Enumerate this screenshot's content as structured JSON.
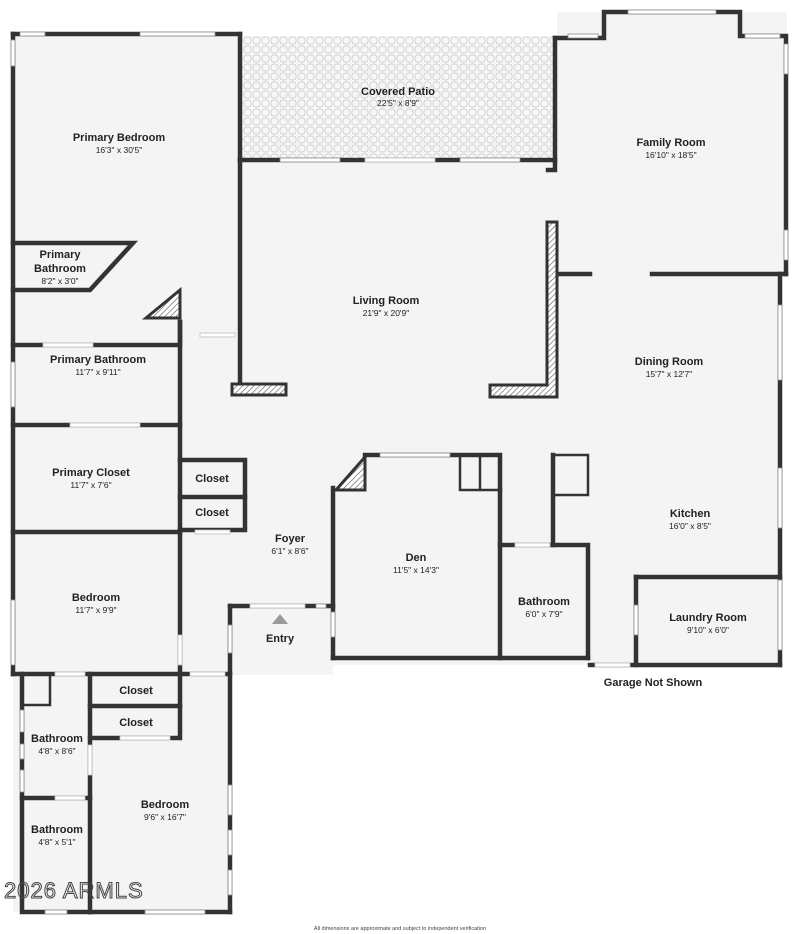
{
  "plan": {
    "rooms": [
      {
        "name": "Covered Patio",
        "dims": "22'5\" x 8'9\""
      },
      {
        "name": "Primary Bedroom",
        "dims": "16'3\" x 30'5\""
      },
      {
        "name": "Family Room",
        "dims": "16'10\" x 18'5\""
      },
      {
        "name": "Primary Bathroom",
        "name2": "Bathroom",
        "dims": "8'2\" x 3'0\""
      },
      {
        "name": "Living Room",
        "dims": "21'9\" x 20'9\""
      },
      {
        "name": "Primary Bathroom",
        "dims": "11'7\" x 9'11\""
      },
      {
        "name": "Dining Room",
        "dims": "15'7\" x 12'7\""
      },
      {
        "name": "Primary Closet",
        "dims": "11'7\" x 7'6\""
      },
      {
        "name": "Closet",
        "dims": ""
      },
      {
        "name": "Closet",
        "dims": ""
      },
      {
        "name": "Kitchen",
        "dims": "16'0\" x 8'5\""
      },
      {
        "name": "Foyer",
        "dims": "6'1\" x 8'6\""
      },
      {
        "name": "Den",
        "dims": "11'5\" x 14'3\""
      },
      {
        "name": "Bedroom",
        "dims": "11'7\" x 9'9\""
      },
      {
        "name": "Bathroom",
        "dims": "6'0\" x 7'9\""
      },
      {
        "name": "Laundry Room",
        "dims": "9'10\" x 6'0\""
      },
      {
        "name": "Closet",
        "dims": ""
      },
      {
        "name": "Closet",
        "dims": ""
      },
      {
        "name": "Bathroom",
        "dims": "4'8\" x 8'6\""
      },
      {
        "name": "Bedroom",
        "dims": "9'6\" x 16'7\""
      },
      {
        "name": "Bathroom",
        "dims": "4'8\" x 5'1\""
      }
    ],
    "entry_label": "Entry",
    "garage_label": "Garage Not Shown",
    "copyright": "2026 ARMLS",
    "disclaimer": "All dimensions are approximate and subject to independent verification"
  }
}
